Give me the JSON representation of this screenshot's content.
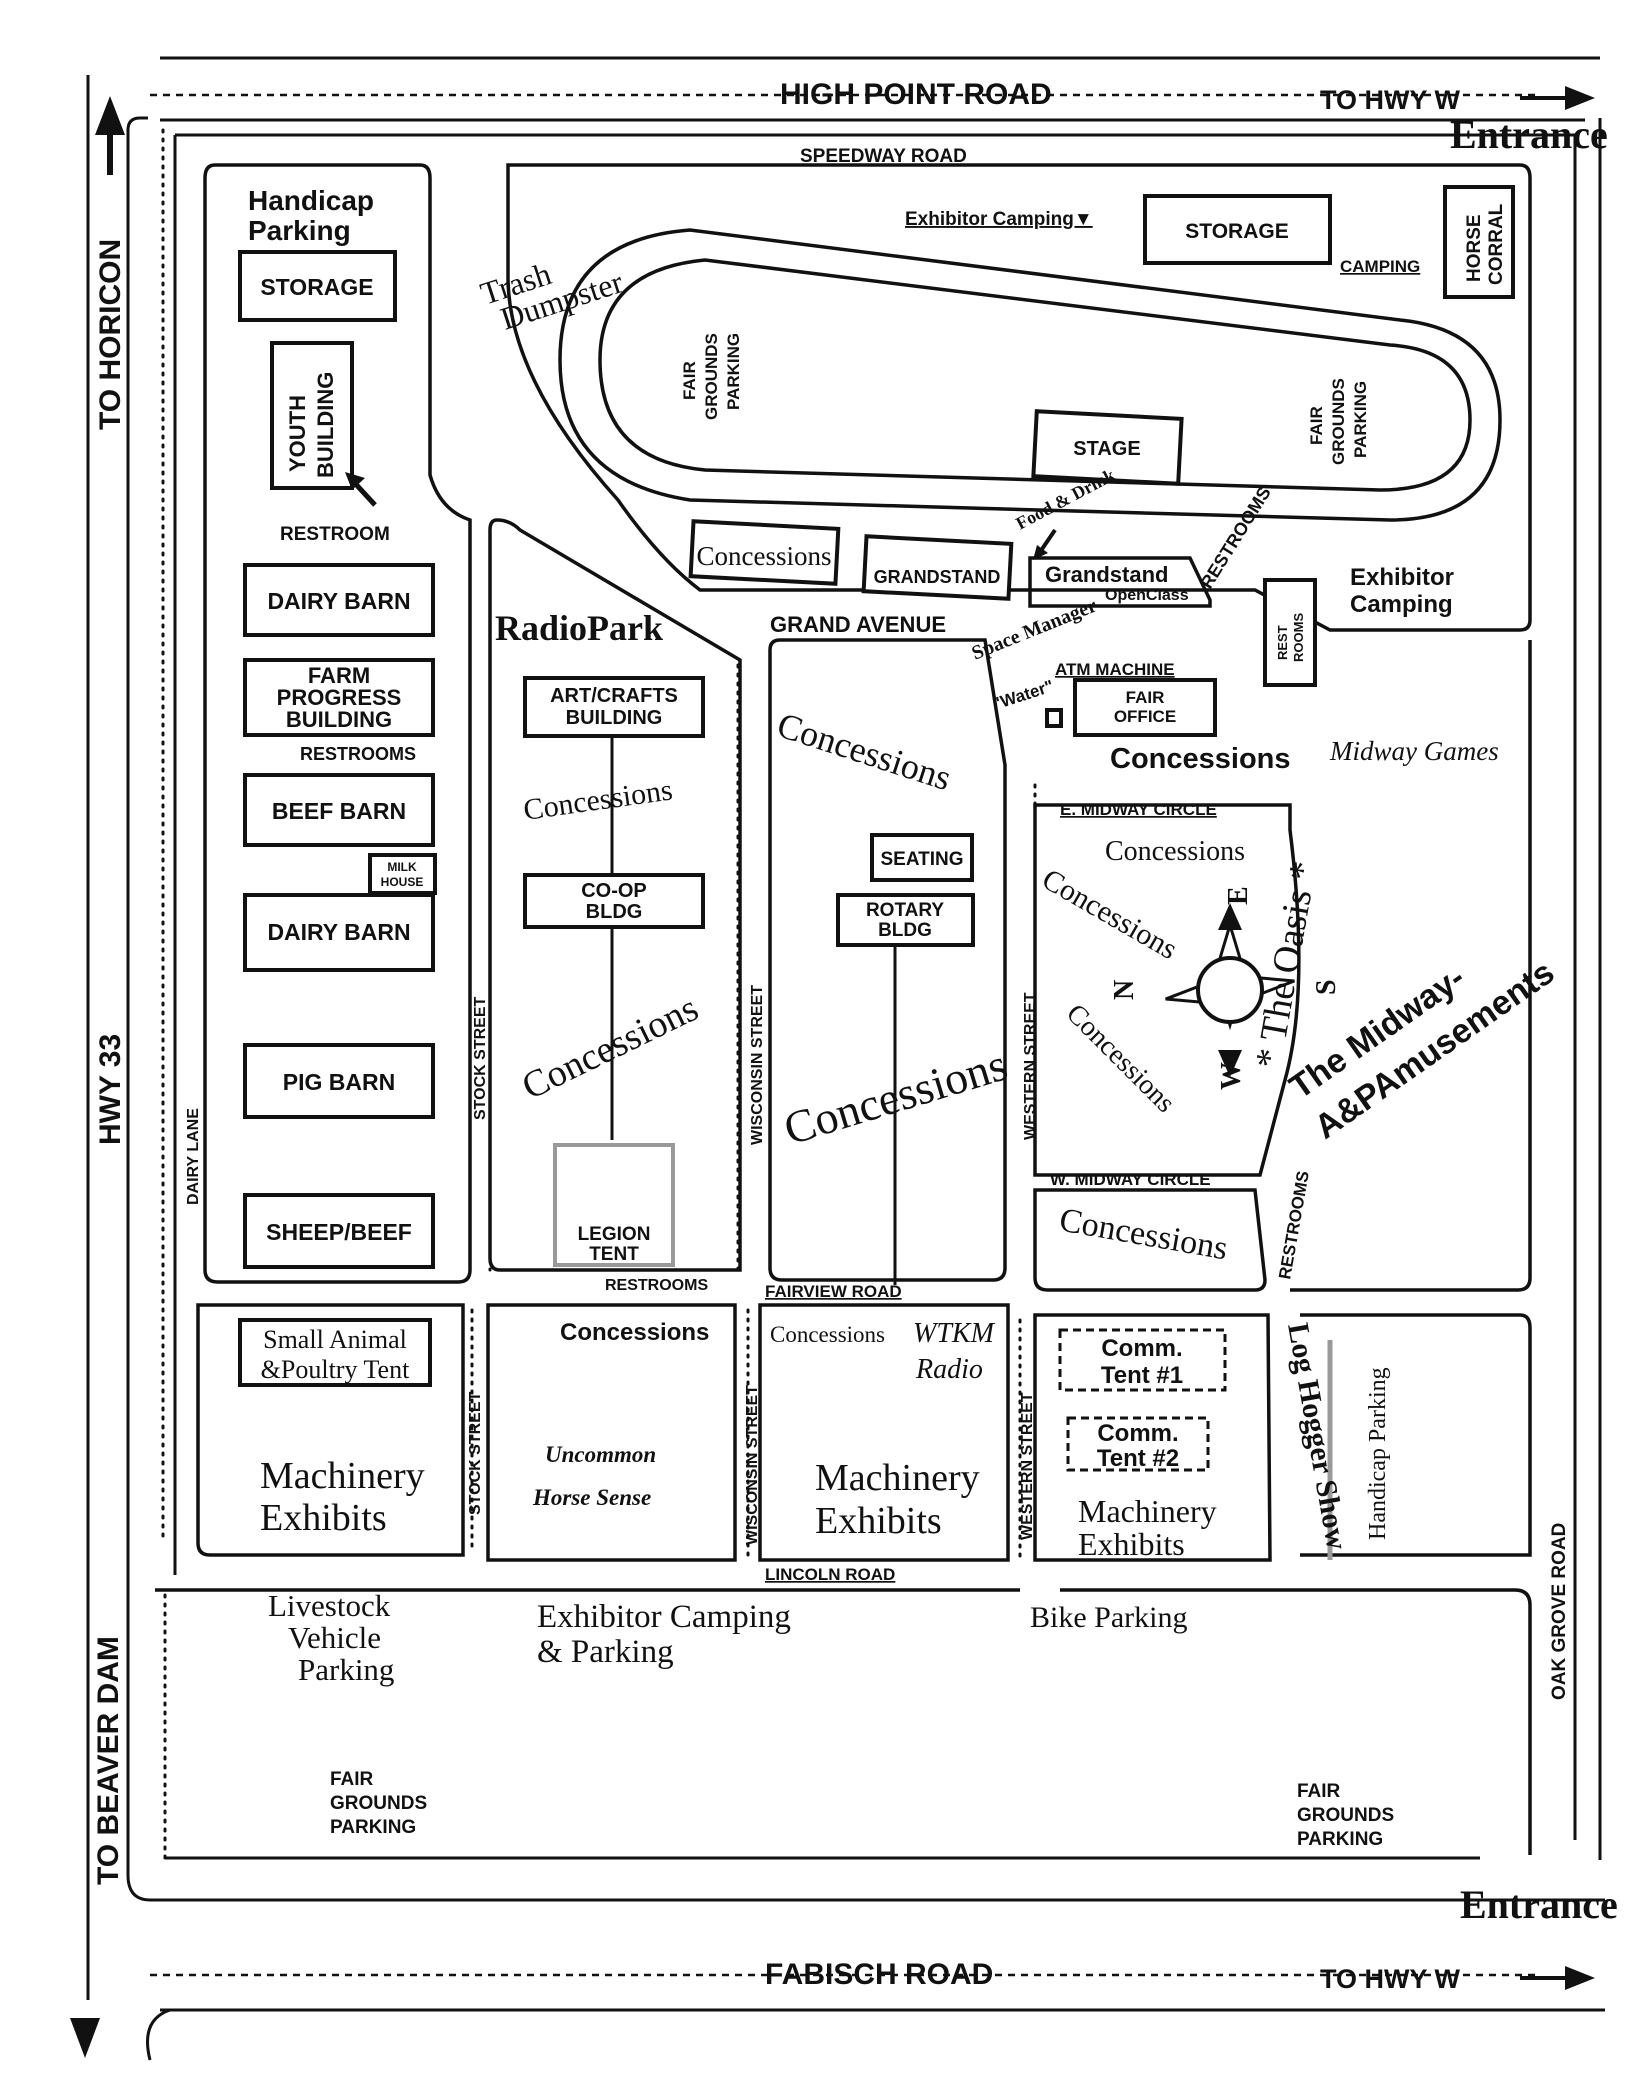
{
  "roads": {
    "high_point": "HIGH POINT ROAD",
    "to_hwy_w_top": "TO HWY W",
    "speedway": "SPEEDWAY ROAD",
    "fabisch": "FABISCH ROAD",
    "to_hwy_w_bottom": "TO HWY W",
    "to_horicon": "TO HORICON",
    "hwy33": "HWY 33",
    "to_beaver_dam": "TO BEAVER DAM",
    "oak_grove": "OAK GROVE ROAD",
    "grand_avenue": "GRAND AVENUE",
    "fairview": "FAIRVIEW ROAD",
    "lincoln": "LINCOLN ROAD",
    "dairy_lane": "DAIRY LANE",
    "stock_street": "STOCK STREET",
    "wisconsin_street": "WISCONSIN STREET",
    "western_street": "WESTERN STREET",
    "e_midway": "E. MIDWAY CIRCLE",
    "w_midway": "W. MIDWAY CIRCLE"
  },
  "entrances": {
    "top": "Entrance",
    "bottom": "Entrance"
  },
  "left_column": {
    "handicap_parking": [
      "Handicap",
      "Parking"
    ],
    "storage": "STORAGE",
    "youth_building": [
      "YOUTH",
      "BUILDING"
    ],
    "restroom": "RESTROOM",
    "dairy_barn_1": "DAIRY BARN",
    "farm_progress": [
      "FARM",
      "PROGRESS",
      "BUILDING"
    ],
    "restrooms": "RESTROOMS",
    "beef_barn": "BEEF  BARN",
    "milk_house": [
      "MILK",
      "HOUSE"
    ],
    "dairy_barn_2": "DAIRY BARN",
    "pig_barn": "PIG BARN",
    "sheep_beef": "SHEEP/BEEF"
  },
  "track": {
    "trash": "Trash",
    "dumpster": "Dumpster",
    "exhibitor_camping": "Exhibitor Camping▼",
    "storage": "STORAGE",
    "camping": "CAMPING",
    "horse_corral": [
      "HORSE",
      "CORRAL"
    ],
    "parking_left": [
      "FAIR",
      "GROUNDS",
      "PARKING"
    ],
    "parking_right": [
      "FAIR",
      "GROUNDS",
      "PARKING"
    ],
    "stage": "STAGE"
  },
  "grandstand_row": {
    "concessions": "Concessions",
    "grandstand": "GRANDSTAND",
    "food_drink": "Food & Drink",
    "grandstand_script": "Grandstand",
    "open_class": "OpenClass",
    "restrooms": "RESTROOMS",
    "space_manager": "Space Manager",
    "rest_rooms": [
      "REST",
      "ROOMS"
    ],
    "exhibitor_camping": [
      "Exhibitor",
      "Camping"
    ],
    "atm": "ATM MACHINE",
    "water": "\"Water\"",
    "fair_office": [
      "FAIR",
      "OFFICE"
    ],
    "concessions_gray": "Concessions",
    "midway_games": "Midway Games"
  },
  "radio_park": {
    "title": "RadioPark",
    "art_crafts": [
      "ART/CRAFTS",
      "BUILDING"
    ],
    "concessions_1": "Concessions",
    "coop": [
      "CO-OP",
      "BLDG"
    ],
    "concessions_2": "Concessions",
    "legion_tent": [
      "LEGION",
      "TENT"
    ],
    "restrooms": "RESTROOMS"
  },
  "center_block": {
    "concessions_top": "Concessions",
    "seating": "SEATING",
    "rotary": [
      "ROTARY",
      "BLDG"
    ],
    "concessions_big": "Concessions"
  },
  "midway": {
    "concessions_1": "Concessions",
    "concessions_2": "Concessions",
    "concessions_3": "Concessions",
    "oasis": "* The Oasis *",
    "compass": {
      "n": "N",
      "e": "E",
      "s": "S",
      "w": "W"
    },
    "midway_line1": "The Midway-",
    "midway_line2": "A&PAmusements",
    "restrooms": "RESTROOMS",
    "concessions_bottom": "Concessions"
  },
  "lower_blocks": {
    "small_animal": [
      "Small Animal",
      "&Poultry Tent"
    ],
    "machinery_1": [
      "Machinery",
      "Exhibits"
    ],
    "concessions_a": "Concessions",
    "uncommon": [
      "Uncommon",
      "Horse Sense"
    ],
    "concessions_b": "Concessions",
    "wtkm": [
      "WTKM",
      "Radio"
    ],
    "machinery_2": [
      "Machinery",
      "Exhibits"
    ],
    "comm_tent_1": [
      "Comm.",
      "Tent #1"
    ],
    "comm_tent_2": [
      "Comm.",
      "Tent #2"
    ],
    "machinery_3": [
      "Machinery",
      "Exhibits"
    ],
    "log_hogger": "Log Hogger Show",
    "handicap_parking": "Handicap Parking"
  },
  "parking_area": {
    "livestock": [
      "Livestock",
      "Vehicle",
      "Parking"
    ],
    "exhibitor": [
      "Exhibitor Camping",
      "& Parking"
    ],
    "bike": "Bike Parking",
    "fair_left": [
      "FAIR",
      "GROUNDS",
      "PARKING"
    ],
    "fair_right": [
      "FAIR",
      "GROUNDS",
      "PARKING"
    ]
  },
  "colors": {
    "ink": "#111111",
    "accent_red": "#cc1111",
    "gray_text": "#666666"
  }
}
